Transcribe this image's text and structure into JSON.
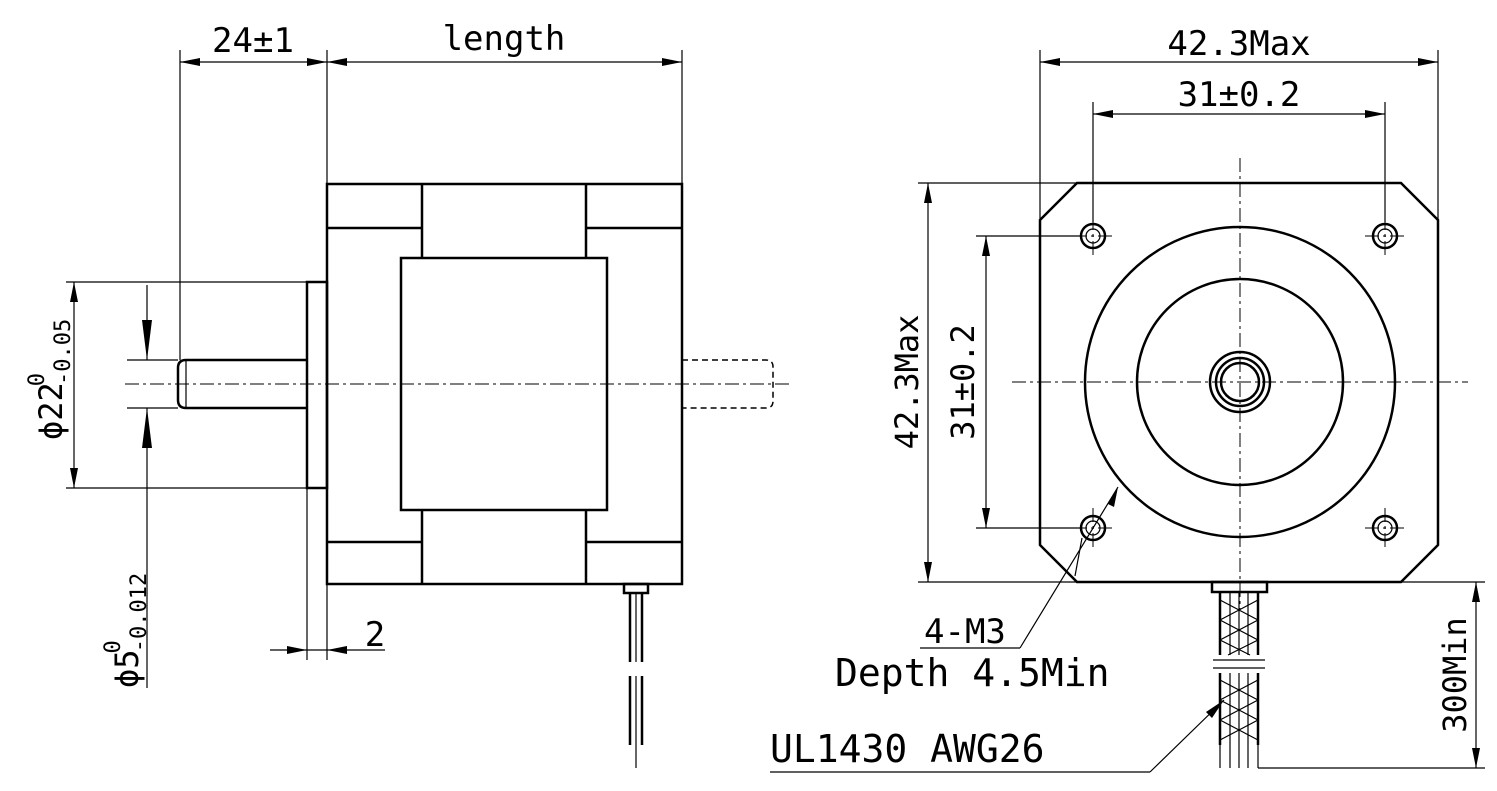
{
  "side_view": {
    "shaft_length": "24±1",
    "body_length": "length",
    "flange_dia_main": "ϕ22",
    "flange_dia_sup": "0",
    "flange_dia_sub": "-0.05",
    "shaft_dia_main": "ϕ5",
    "shaft_dia_sup": "0",
    "shaft_dia_sub": "-0.012",
    "flange_thickness": "2"
  },
  "front_view": {
    "width_max": "42.3Max",
    "hole_spacing_h": "31±0.2",
    "height_max": "42.3Max",
    "hole_spacing_v": "31±0.2",
    "thread": "4-M3",
    "depth": "Depth 4.5Min",
    "wire_spec": "UL1430 AWG26",
    "wire_length": "300Min"
  }
}
